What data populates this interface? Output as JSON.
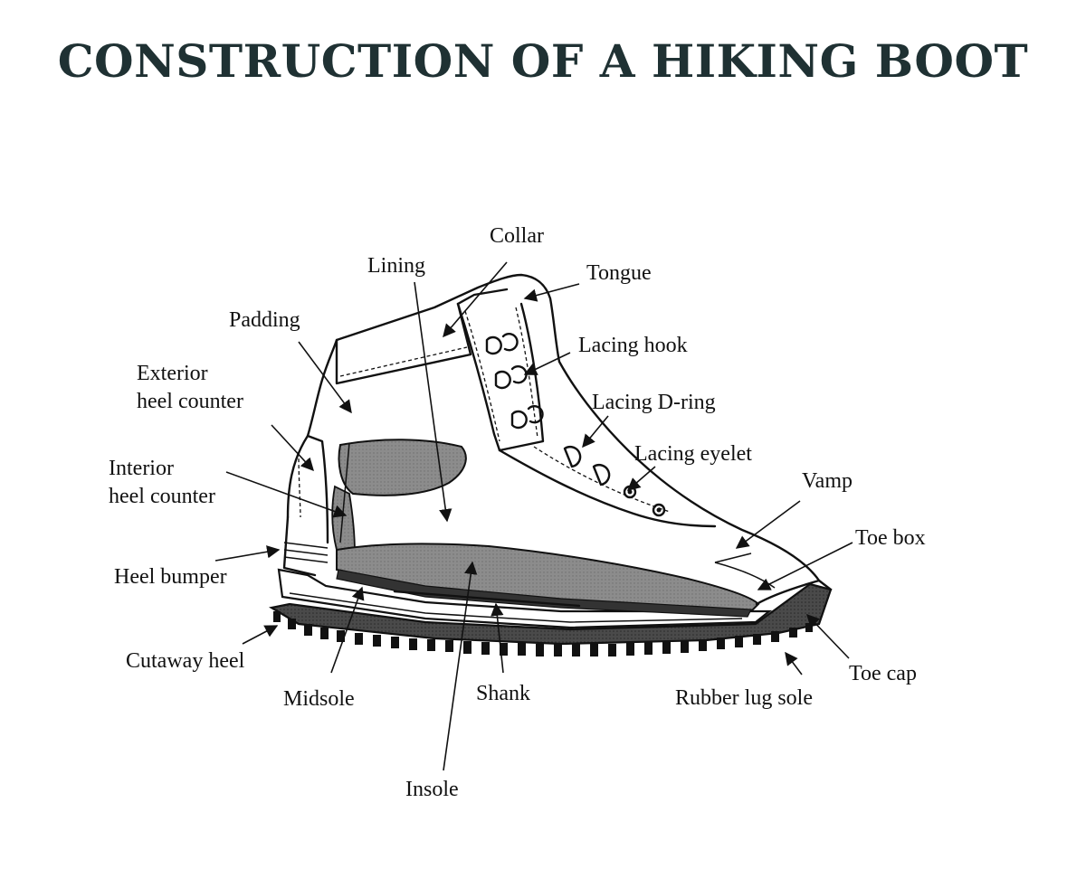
{
  "title": "CONSTRUCTION OF A HIKING BOOT",
  "labels": {
    "collar": "Collar",
    "lining": "Lining",
    "tongue": "Tongue",
    "padding": "Padding",
    "lacing_hook": "Lacing hook",
    "exterior_1": "Exterior",
    "exterior_2": "heel counter",
    "lacing_d_ring": "Lacing D-ring",
    "lacing_eyelet": "Lacing eyelet",
    "interior_1": "Interior",
    "interior_2": "heel counter",
    "vamp": "Vamp",
    "toe_box": "Toe box",
    "heel_bumper": "Heel bumper",
    "cutaway_heel": "Cutaway heel",
    "toe_cap": "Toe cap",
    "rubber_lug_sole": "Rubber lug sole",
    "shank": "Shank",
    "midsole": "Midsole",
    "insole": "Insole"
  },
  "colors": {
    "title": "#1f3133",
    "ink": "#111111",
    "dark_fill": "#4a4a4a",
    "mid_fill": "#8c8c8c",
    "light_fill": "#b5b5b5"
  }
}
